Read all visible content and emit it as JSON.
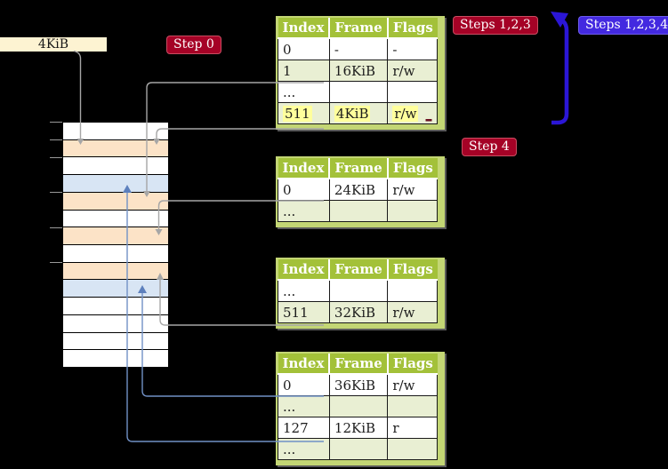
{
  "labels": {
    "frame_size": "4KiB",
    "step0": "Step 0",
    "steps123": "Steps 1,2,3",
    "steps1234": "Steps 1,2,3,4",
    "step4": "Step 4"
  },
  "table_headers": [
    "Index",
    "Frame",
    "Flags"
  ],
  "tables": [
    {
      "name": "level-4-table",
      "rows": [
        [
          "0",
          "-",
          "-"
        ],
        [
          "1",
          "16KiB",
          "r/w"
        ],
        [
          "...",
          "",
          ""
        ],
        [
          "511",
          "4KiB",
          "r/w"
        ]
      ],
      "highlighted_row_index": 3
    },
    {
      "name": "level-3-table",
      "rows": [
        [
          "0",
          "24KiB",
          "r/w"
        ],
        [
          "...",
          "",
          ""
        ]
      ]
    },
    {
      "name": "level-2-table",
      "rows": [
        [
          "...",
          "",
          ""
        ],
        [
          "511",
          "32KiB",
          "r/w"
        ]
      ]
    },
    {
      "name": "level-1-table",
      "rows": [
        [
          "0",
          "36KiB",
          "r/w"
        ],
        [
          "...",
          "",
          ""
        ],
        [
          "127",
          "12KiB",
          "r"
        ],
        [
          "...",
          "",
          ""
        ]
      ]
    }
  ],
  "memory_strip": {
    "rows": [
      "white",
      "orange",
      "white",
      "blue",
      "orange",
      "white",
      "orange",
      "white",
      "orange",
      "blue",
      "white",
      "white",
      "white",
      "white"
    ],
    "ticks_y": [
      137,
      157,
      177,
      216,
      256,
      295
    ]
  },
  "colors": {
    "background": "#000000",
    "header_green": "#a3c139",
    "row_green": "#e9efd3",
    "table_border_green": "#c3d674",
    "highlight_yellow": "#ffff9c",
    "badge_red": "#a50226",
    "badge_blue": "#4329e0",
    "thick_arrow_blue": "#2b16d6",
    "thin_arrow_blue": "#7191c6",
    "arrow_gray": "#a6a6a6",
    "frame_orange": "#fce3c7",
    "frame_blue": "#d8e5f4",
    "label_cream": "#fdf3d2"
  }
}
